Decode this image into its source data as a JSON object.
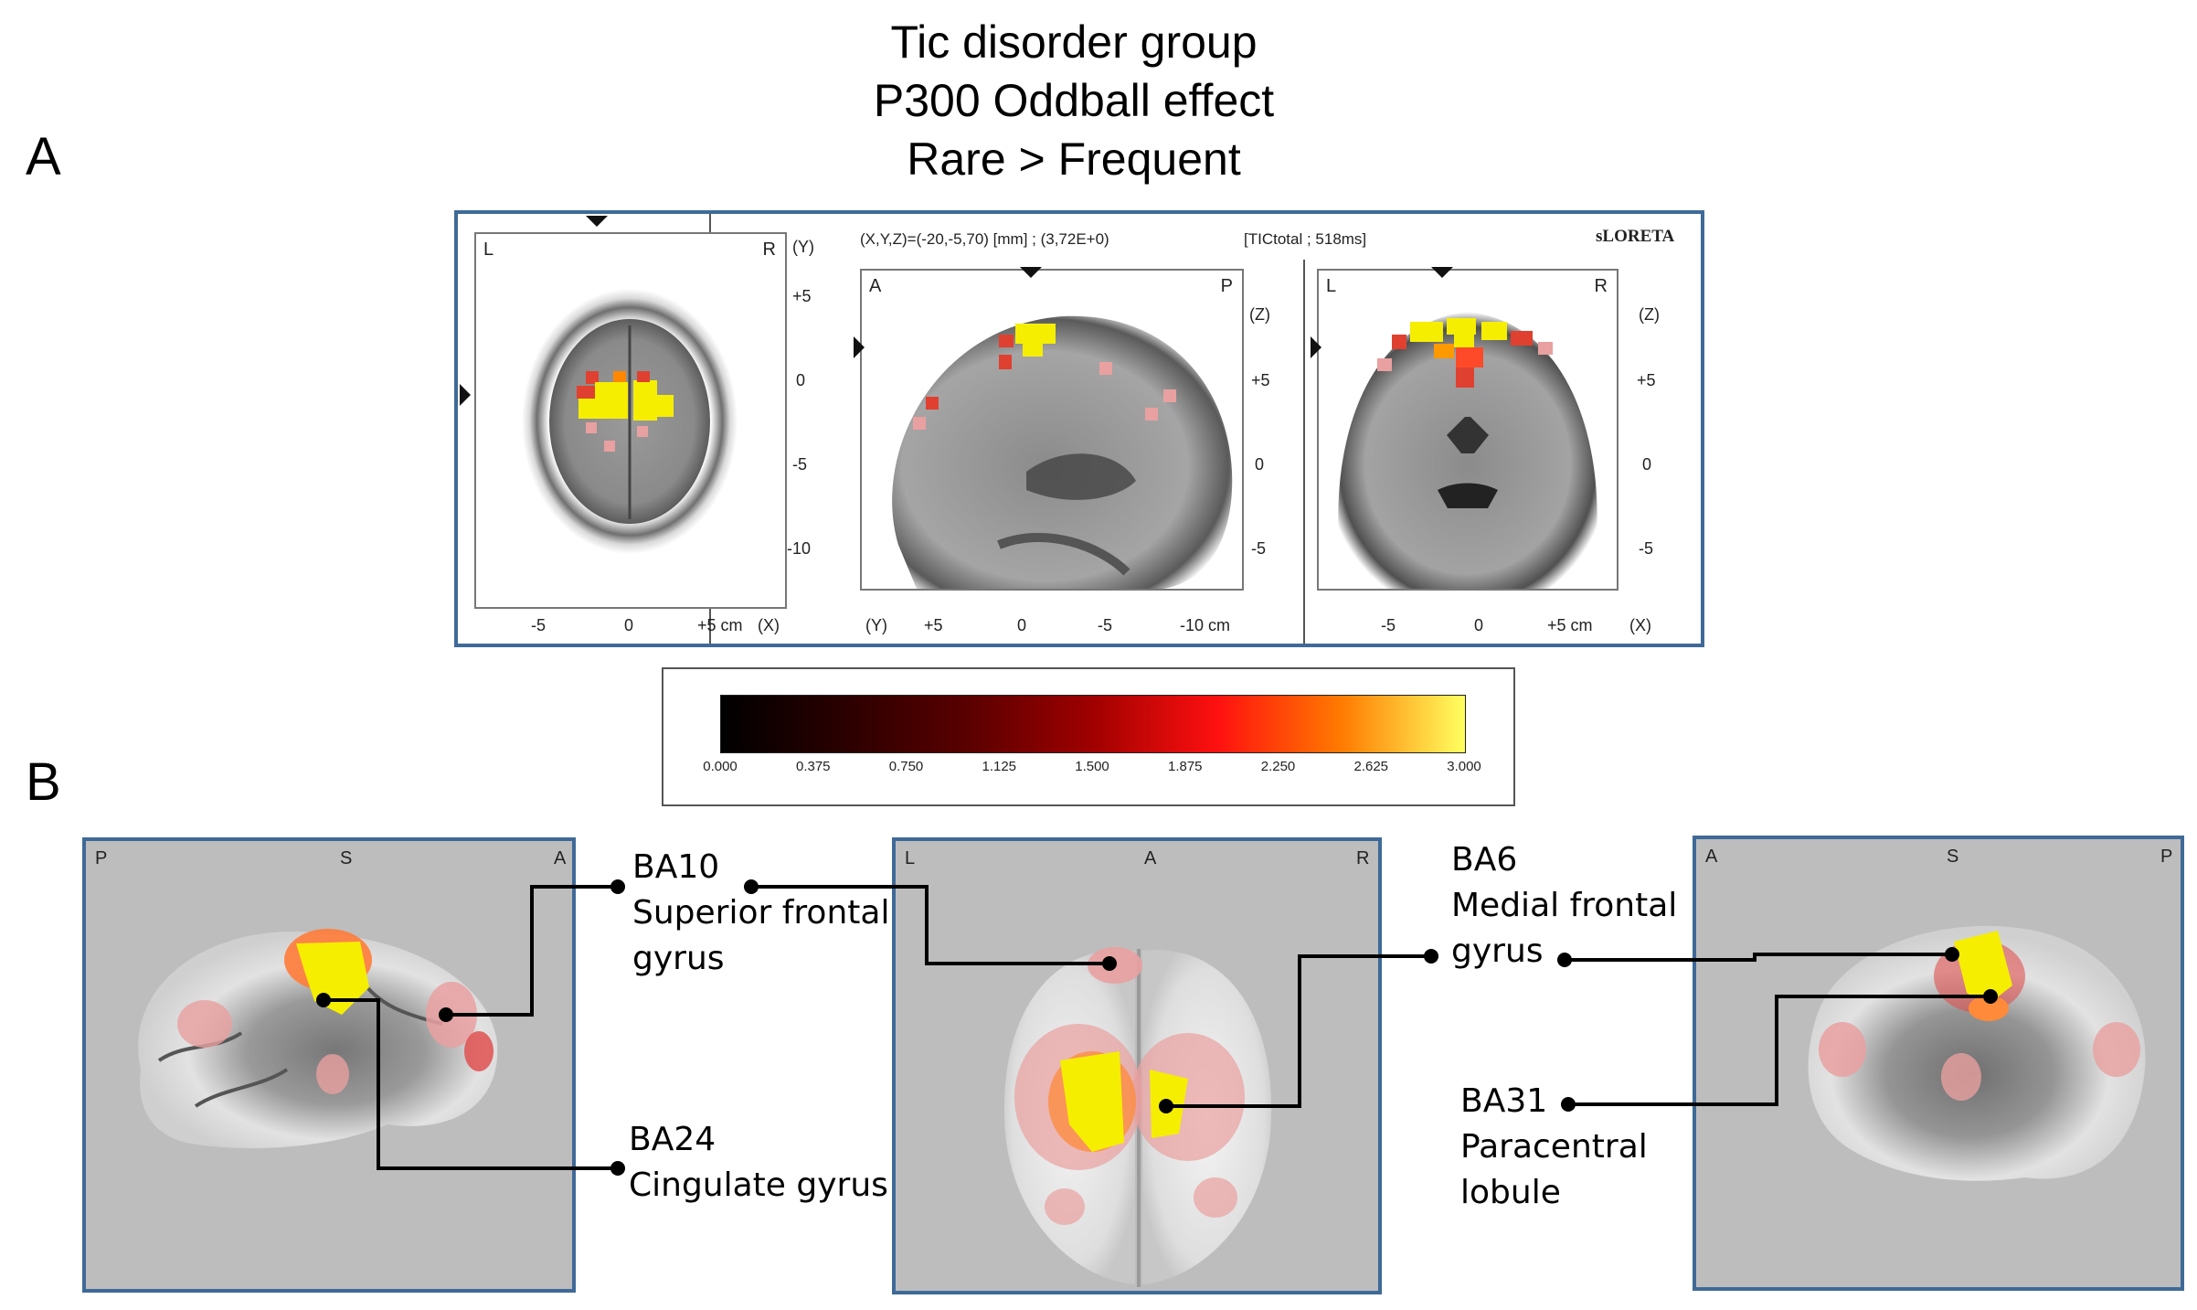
{
  "figure": {
    "title_lines": [
      "Tic disorder group",
      "P300 Oddball effect",
      "Rare > Frequent"
    ],
    "panel_a_letter": "A",
    "panel_b_letter": "B"
  },
  "mri": {
    "info_coords": "(X,Y,Z)=(-20,-5,70) [mm] ; (3,72E+0)",
    "info_tic": "[TICtotal ; 518ms]",
    "brand": "sLORETA",
    "axial": {
      "left": "L",
      "right": "R",
      "axis_right": "(Y)",
      "axis_bottom": "(X)",
      "y_ticks": [
        "+5",
        "0",
        "-5",
        "-10"
      ],
      "x_ticks": [
        "-5",
        "0",
        "+5 cm"
      ]
    },
    "sagittal": {
      "left": "A",
      "right": "P",
      "axis_right": "(Z)",
      "axis_bottom": "(Y)",
      "z_ticks": [
        "+5",
        "0",
        "-5"
      ],
      "y_ticks": [
        "+5",
        "0",
        "-5",
        "-10 cm"
      ]
    },
    "coronal": {
      "left": "L",
      "right": "R",
      "axis_right": "(Z)",
      "axis_bottom": "(X)",
      "z_ticks": [
        "+5",
        "0",
        "-5"
      ],
      "x_ticks": [
        "-5",
        "0",
        "+5 cm"
      ]
    }
  },
  "colorbar": {
    "ticks": [
      "0.000",
      "0.375",
      "0.750",
      "1.125",
      "1.500",
      "1.875",
      "2.250",
      "2.625",
      "3.000"
    ],
    "colors": [
      "#000000",
      "#2b0000",
      "#5a0000",
      "#a00000",
      "#ff1010",
      "#ff7a00",
      "#ffff60"
    ]
  },
  "cortex": {
    "left_view": {
      "left": "P",
      "mid": "S",
      "right": "A"
    },
    "top_view": {
      "left": "L",
      "mid": "A",
      "right": "R"
    },
    "right_view": {
      "left": "A",
      "mid": "S",
      "right": "P"
    }
  },
  "annotations": {
    "ba10": {
      "code": "BA10",
      "name_1": "Superior frontal",
      "name_2": "gyrus"
    },
    "ba24": {
      "code": "BA24",
      "name_1": "Cingulate gyrus"
    },
    "ba6": {
      "code": "BA6",
      "name_1": "Medial frontal",
      "name_2": "gyrus"
    },
    "ba31": {
      "code": "BA31",
      "name_1": "Paracentral",
      "name_2": "lobule"
    }
  },
  "colors": {
    "frame_blue": "#3e6a98",
    "cortex_gray": "#bdbdbd",
    "activation_yellow": "#f5ee00",
    "activation_red": "#e94a3a"
  }
}
